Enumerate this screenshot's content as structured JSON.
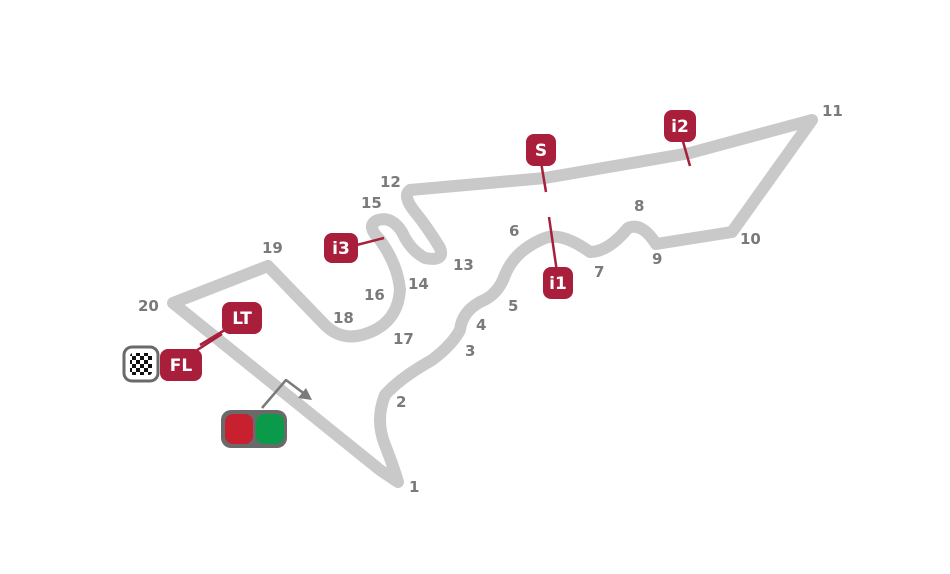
{
  "colors": {
    "track": "#c9c9c9",
    "turn_label": "#7a7a7a",
    "marker": "#a81e3b",
    "marker_text": "#ffffff",
    "light_red": "#c8202f",
    "light_green": "#0a9a4a",
    "light_housing": "#6a6a6a"
  },
  "turns": [
    "1",
    "2",
    "3",
    "4",
    "5",
    "6",
    "7",
    "8",
    "9",
    "10",
    "11",
    "12",
    "13",
    "14",
    "15",
    "16",
    "17",
    "18",
    "19",
    "20"
  ],
  "markers": {
    "start": "S",
    "intermediate_1": "i1",
    "intermediate_2": "i2",
    "intermediate_3": "i3",
    "last_lap_timing": "LT",
    "finish_line": "FL"
  },
  "icons": {
    "finish_flag": "checkered-flag-icon",
    "start_lights": "traffic-light-icon",
    "direction": "direction-arrow-icon"
  }
}
